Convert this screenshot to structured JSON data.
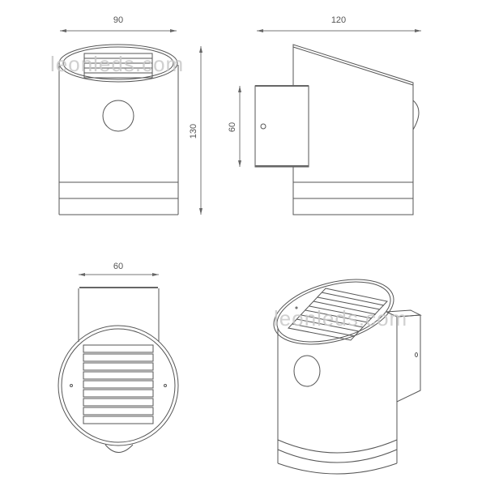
{
  "diagram": {
    "type": "technical-drawing",
    "subject": "solar wall light",
    "units": "mm",
    "views": [
      {
        "name": "front-view",
        "dimensions": {
          "width": "90",
          "height": "130"
        }
      },
      {
        "name": "side-view",
        "dimensions": {
          "depth": "120",
          "mount_height": "60"
        }
      },
      {
        "name": "top-view",
        "dimensions": {
          "mount_width": "60"
        }
      },
      {
        "name": "isometric-view"
      }
    ],
    "watermark": "leonleds.com",
    "colors": {
      "line": "#555555",
      "watermark": "#c8c8c8",
      "background": "#ffffff"
    }
  },
  "labels": {
    "front_width": "90",
    "front_height": "130",
    "side_depth": "120",
    "side_mount": "60",
    "top_mount": "60",
    "watermark_1": "leonleds.com",
    "watermark_2": "leonleds.com"
  }
}
